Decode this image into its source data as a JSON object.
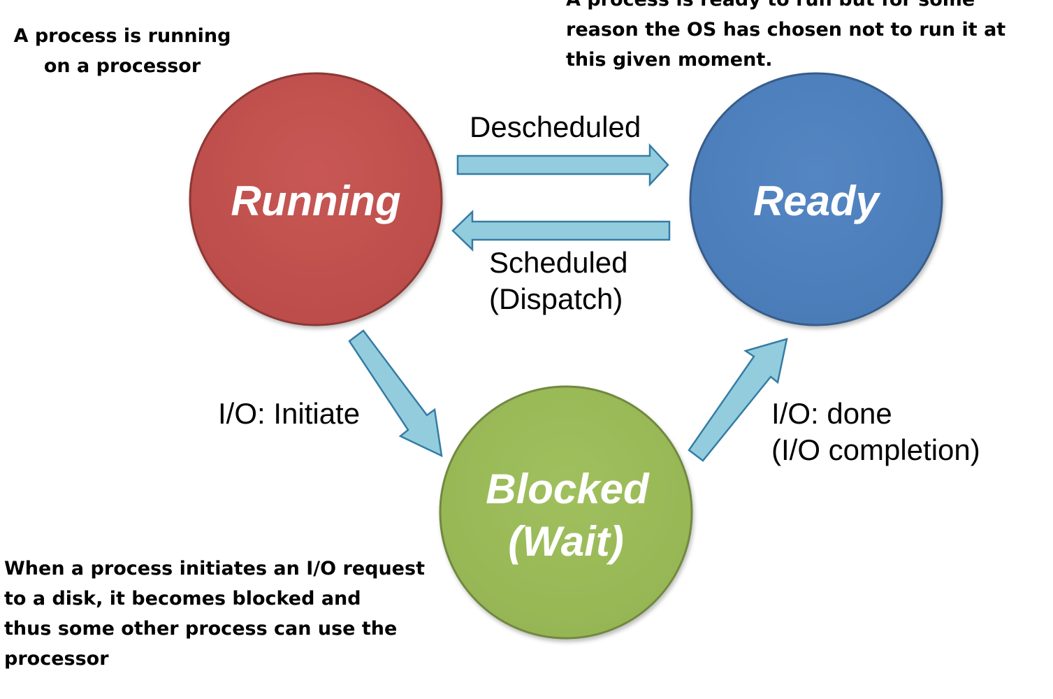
{
  "states": {
    "running": {
      "label": "Running",
      "fill": "#c0504d",
      "stroke": "#8c3836"
    },
    "ready": {
      "label": "Ready",
      "fill": "#4f81bd",
      "stroke": "#385d8a"
    },
    "blocked": {
      "label_line1": "Blocked",
      "label_line2": "(Wait)",
      "fill": "#9bbb59",
      "stroke": "#71893f"
    }
  },
  "transitions": {
    "descheduled": {
      "label": "Descheduled"
    },
    "scheduled": {
      "label_line1": "Scheduled",
      "label_line2": "(Dispatch)"
    },
    "io_initiate": {
      "label": "I/O: Initiate"
    },
    "io_done": {
      "label_line1": "I/O: done",
      "label_line2": "(I/O completion)"
    },
    "arrow_fill": "#93cddd",
    "arrow_stroke": "#357ca5"
  },
  "notes": {
    "running": {
      "line1": "A process is running",
      "line2": "on a processor"
    },
    "ready": {
      "line1": "A process is ready to run but for some",
      "line2": "reason the OS has chosen not to run it at",
      "line3": "this given moment."
    },
    "blocked": {
      "line1": "When a process initiates an I/O request",
      "line2": "to a disk, it becomes blocked and",
      "line3": "thus some other process can use the",
      "line4": "processor"
    }
  }
}
